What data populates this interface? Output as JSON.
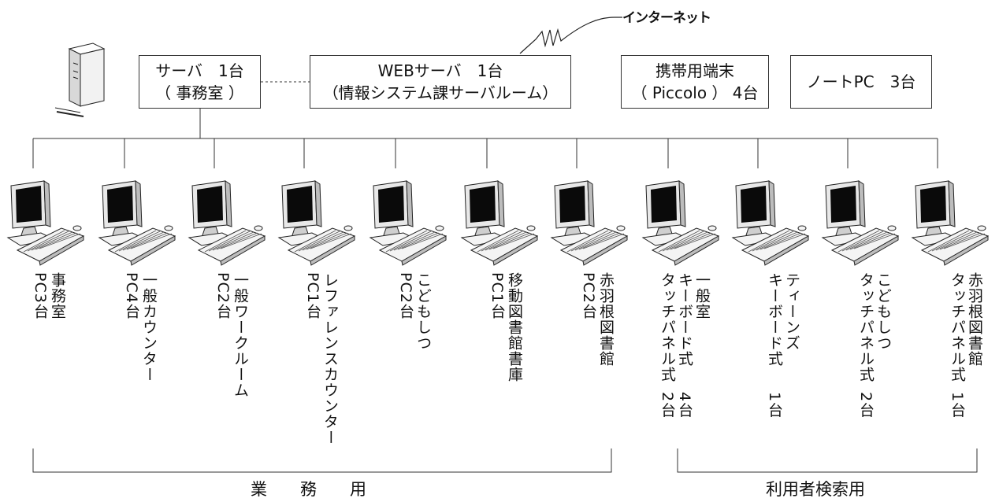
{
  "internet_label": "インターネット",
  "servers": {
    "office_server": {
      "line1": "サーバ　1台",
      "line2": "（ 事務室 ）"
    },
    "web_server": {
      "line1": "WEBサーバ　1台",
      "line2": "（情報システム課サーバルーム）"
    },
    "handheld": {
      "line1": "携帯用端末",
      "line2": "（ Piccolo ） 4台"
    },
    "laptop": {
      "line1": "ノートPC　3台"
    }
  },
  "terminals": [
    {
      "name": "事務室",
      "count": "PC3台"
    },
    {
      "name": "一般カウンター",
      "count": "PC4台"
    },
    {
      "name": "一般ワークルーム",
      "count": "PC2台"
    },
    {
      "name": "レファレンスカウンター",
      "count": "PC1台"
    },
    {
      "name": "こどもしつ",
      "count": "PC2台"
    },
    {
      "name": "移動図書館書庫",
      "count": "PC1台"
    },
    {
      "name": "赤羽根図書館",
      "count": "PC2台"
    },
    {
      "col1": "一般室",
      "col2": "キーボード式",
      "col3": "タッチパネル式",
      "count_a": "4台",
      "count_b": "2台"
    },
    {
      "col1": "ティーンズ",
      "col2": "キーボード式",
      "count": "1台"
    },
    {
      "col1": "こどもしつ",
      "col2": "タッチパネル式",
      "count": "2台"
    },
    {
      "col1": "赤羽根図書館",
      "col2": "タッチパネル式",
      "count": "1台"
    }
  ],
  "groups": {
    "business": "業　　務　　用",
    "patron_search": "利用者検索用"
  }
}
